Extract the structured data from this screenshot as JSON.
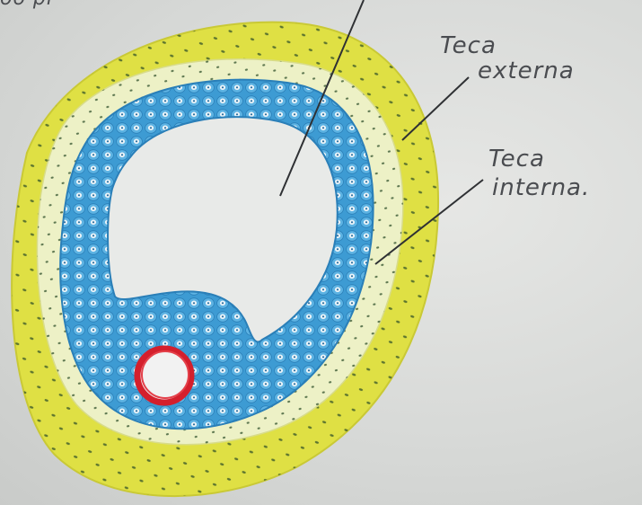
{
  "labels": {
    "top_partial": "oo pi",
    "theca_externa_line1": "Teca",
    "theca_externa_line2": "externa",
    "theca_interna_line1": "Teca",
    "theca_interna_line2": "interna."
  },
  "colors": {
    "paper": "#dadcd9",
    "theca_externa": "#e2e34a",
    "theca_interna": "#eef2c8",
    "granulosa": "#3f9fd6",
    "antrum": "#e9ebe9",
    "oocyte_ring": "#d8202e",
    "pencil": "#3a3c40"
  }
}
